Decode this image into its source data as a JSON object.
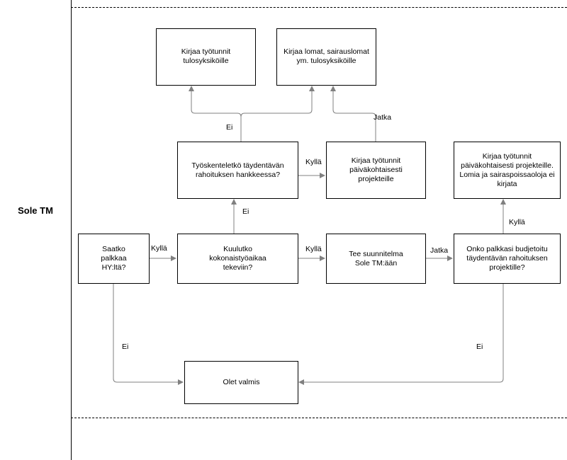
{
  "lane": {
    "label": "Sole TM"
  },
  "nodes": {
    "hours_units": "Kirjaa työtunnit tulosyksiköille",
    "leave_units": "Kirjaa lomat, sairauslomat ym. tulosyksiköille",
    "supplementary_project": "Työskenteletkö täydentävän rahoituksen hankkeessa?",
    "daily_projects_1": "Kirjaa työtunnit päiväkohtaisesti projekteille",
    "daily_projects_2": "Kirjaa työtunnit päiväkohtaisesti projekteille. Lomia ja sairaspoissaoloja ei kirjata",
    "salary_from_hy": "Saatko palkkaa HY:ltä?",
    "total_worktime": "Kuulutko kokonaistyöaikaa tekeviin?",
    "make_plan": "Tee suunnitelma Sole TM:ään",
    "budgeted_salary": "Onko palkkasi budjetoitu täydentävän rahoituksen projektille?",
    "done": "Olet valmis"
  },
  "edge_labels": {
    "hy_yes": "Kyllä",
    "total_yes": "Kyllä",
    "plan_continue": "Jatka",
    "total_no": "Ei",
    "project_yes": "Kyllä",
    "project_no": "Ei",
    "daily_continue": "Jatka",
    "budget_yes": "Kyllä",
    "hy_no": "Ei",
    "budget_no": "Ei"
  }
}
